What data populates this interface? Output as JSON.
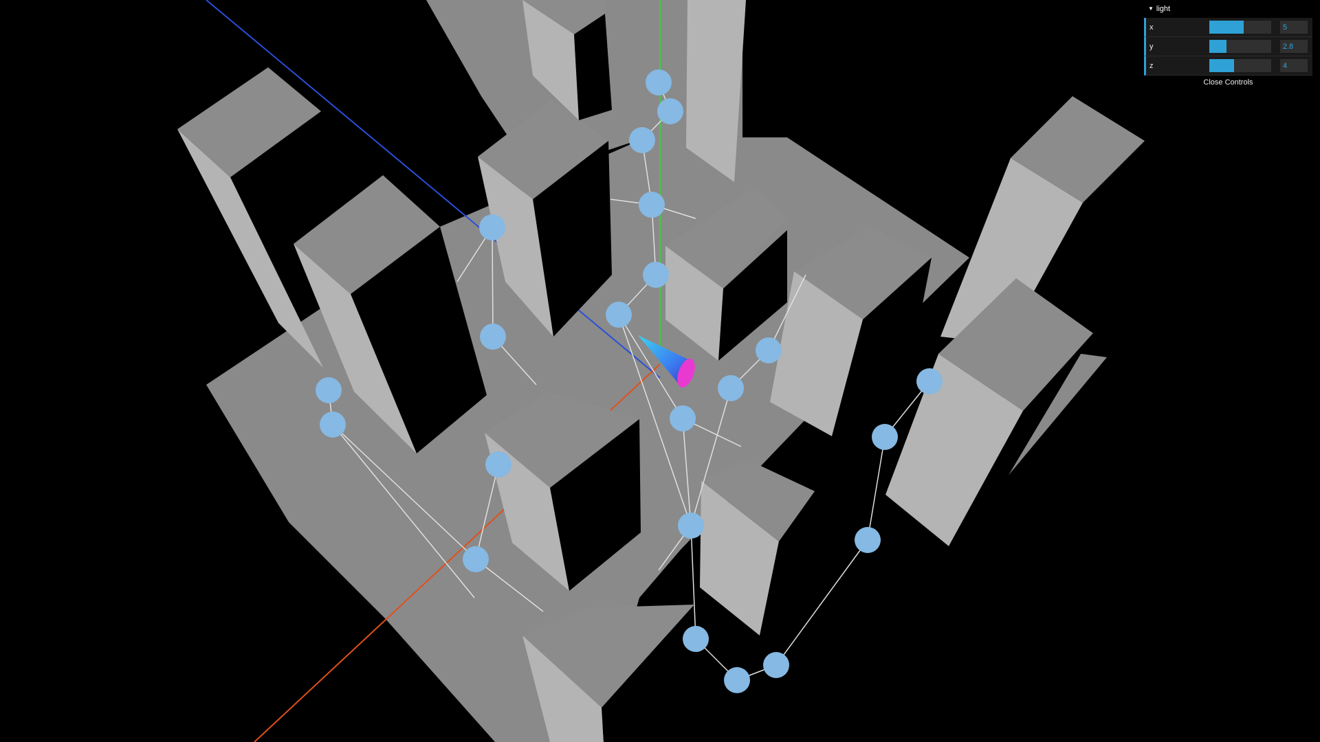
{
  "scene": {
    "background_color": "#000000",
    "ground_color": "#8a8a8a",
    "building_top_color": "#8a8a8a",
    "building_left_color": "#b4b4b4",
    "building_shadow_color": "#000000",
    "node_color": "#86b9e3",
    "edge_color": "#e0e0e0",
    "axis_x_color": "#e0501c",
    "axis_y_color": "#3ad13a",
    "axis_z_color": "#2a4fd8",
    "light_helper_icon": "cone-light-icon"
  },
  "gui": {
    "folder_label": "light",
    "controllers": [
      {
        "name": "x",
        "value": "5",
        "fraction": 0.55
      },
      {
        "name": "y",
        "value": "2.8",
        "fraction": 0.28
      },
      {
        "name": "z",
        "value": "4",
        "fraction": 0.4
      }
    ],
    "close_label": "Close Controls"
  }
}
